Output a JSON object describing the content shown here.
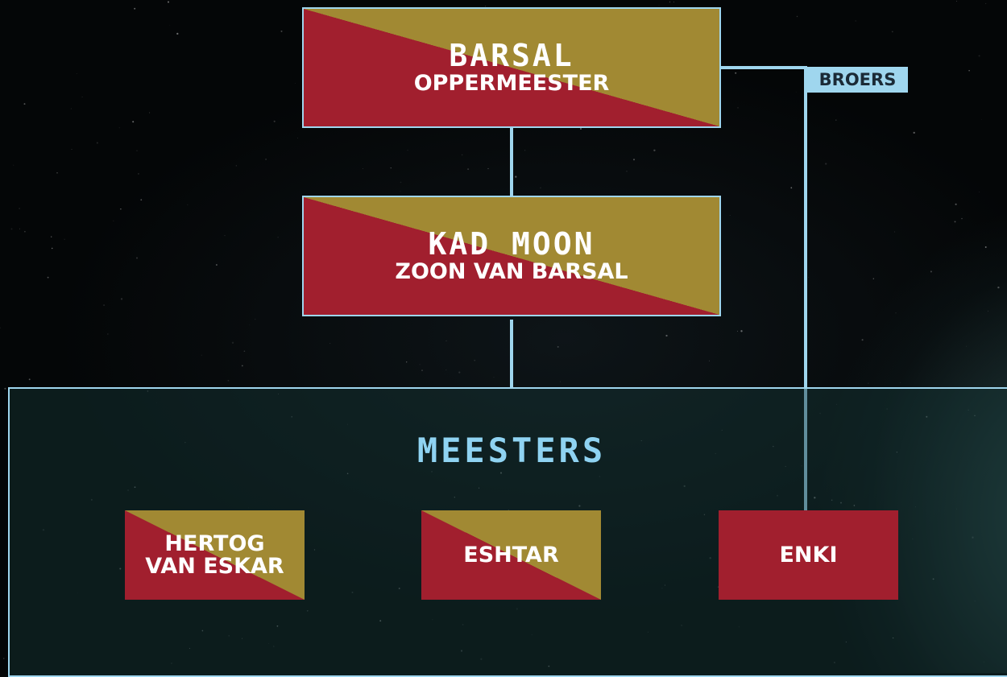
{
  "nodes": {
    "barsal": {
      "title": "BARSAL",
      "subtitle": "OPPERMEESTER"
    },
    "kad_moon": {
      "title": "KAD MOON",
      "subtitle": "ZOON VAN BARSAL"
    }
  },
  "group": {
    "title": "MEESTERS",
    "members": [
      {
        "label": "HERTOG\nVAN ESKAR",
        "style": "split"
      },
      {
        "label": "ESHTAR",
        "style": "split"
      },
      {
        "label": "ENKI",
        "style": "solid"
      }
    ]
  },
  "relations": {
    "broers_label": "BROERS"
  },
  "colors": {
    "crimson": "#a11f2e",
    "gold": "#a18933",
    "line": "#9fd6ee",
    "group_title": "#8fd3f2"
  }
}
